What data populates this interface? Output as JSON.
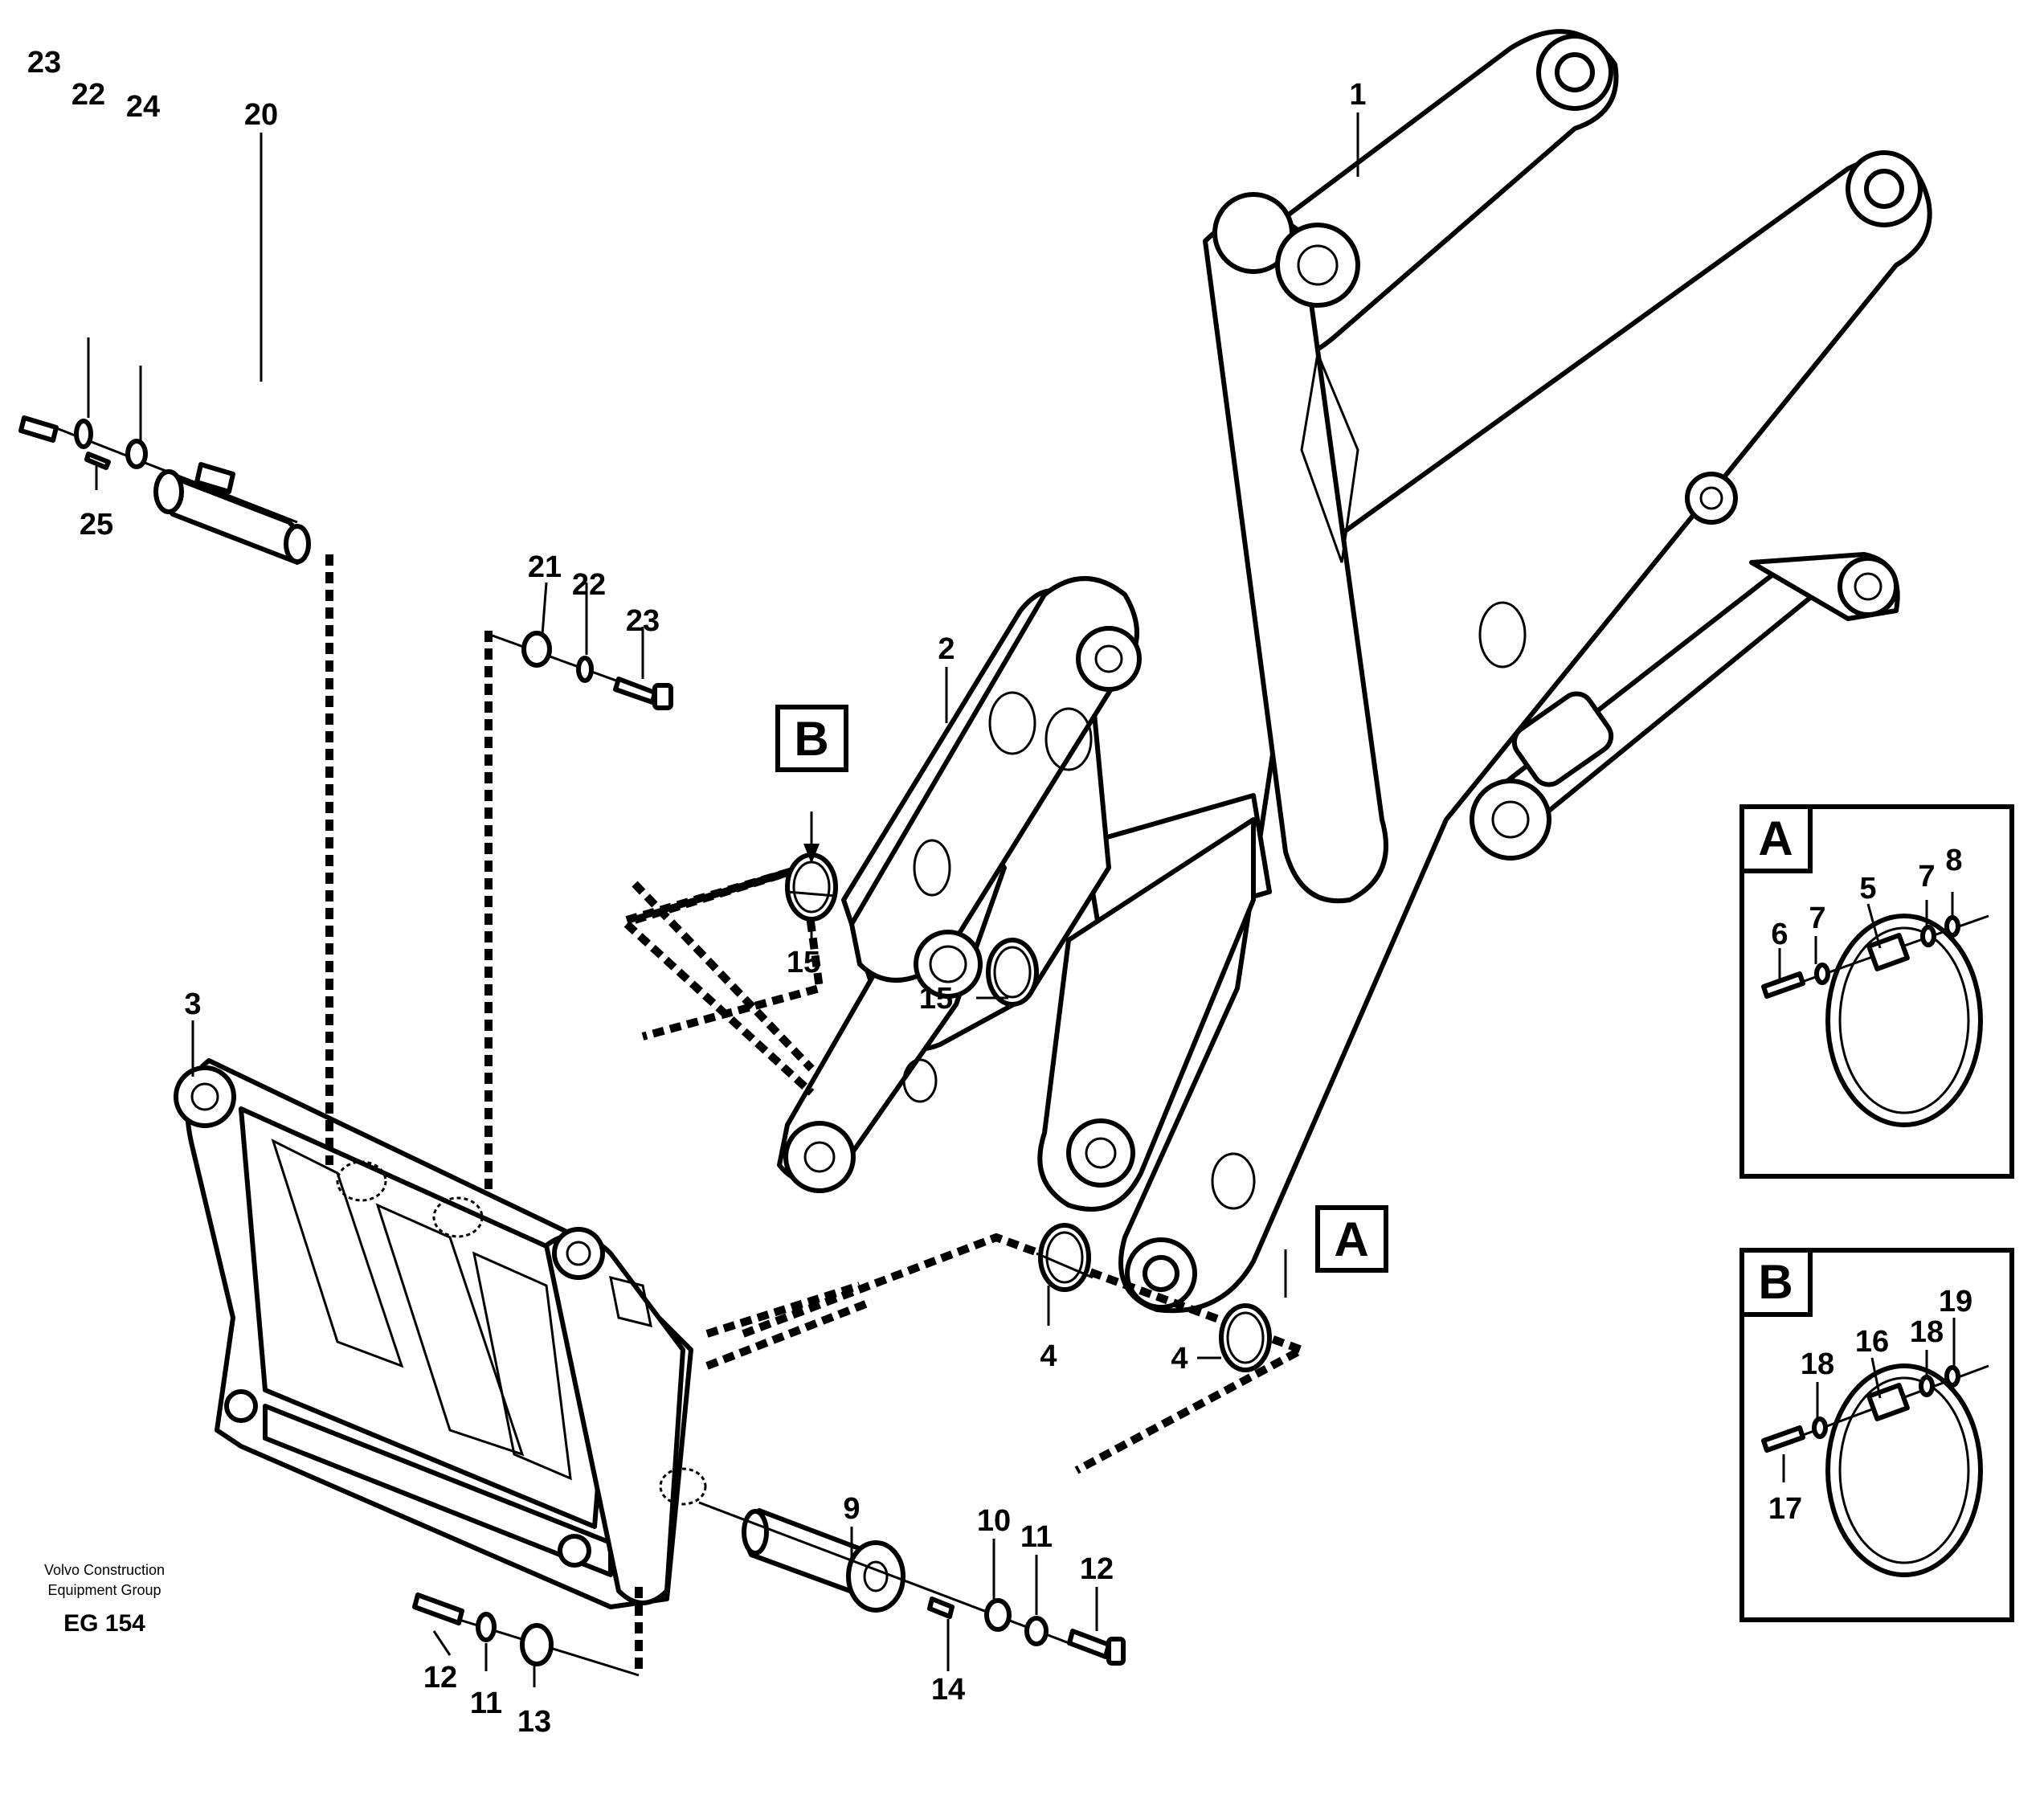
{
  "diagram": {
    "callouts": [
      "1",
      "2",
      "3",
      "4",
      "4",
      "9",
      "10",
      "11",
      "11",
      "12",
      "12",
      "13",
      "14",
      "15",
      "15",
      "20",
      "21",
      "22",
      "22",
      "23",
      "23",
      "24",
      "25"
    ],
    "detail_box_labels": [
      "A",
      "B"
    ],
    "reference_markers": [
      "A",
      "B"
    ],
    "detail_a_callouts": [
      "5",
      "6",
      "7",
      "7",
      "8"
    ],
    "detail_b_callouts": [
      "16",
      "17",
      "18",
      "18",
      "19"
    ],
    "credit": [
      "Volvo Construction",
      "Equipment Group"
    ],
    "code": "EG 154"
  }
}
